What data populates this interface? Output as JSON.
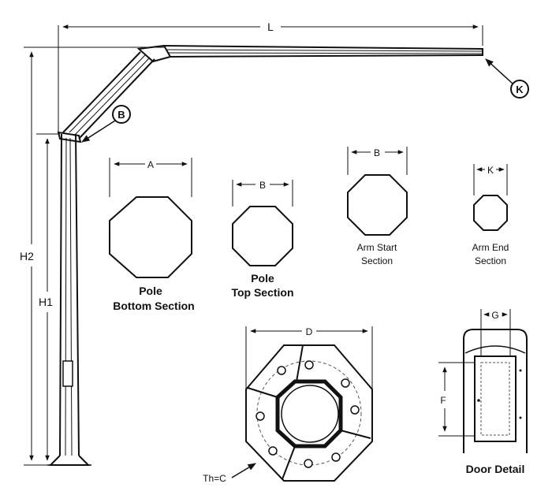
{
  "dimensions": {
    "L": "L",
    "K": "K",
    "B": "B",
    "A": "A",
    "D": "D",
    "G": "G",
    "F": "F",
    "H1": "H1",
    "H2": "H2",
    "thickness": "Th=C"
  },
  "sections": {
    "pole_bottom": [
      "Pole",
      "Bottom Section"
    ],
    "pole_top": [
      "Pole",
      "Top Section"
    ],
    "arm_start": [
      "Arm Start",
      "Section"
    ],
    "arm_end": [
      "Arm End",
      "Section"
    ]
  },
  "door_detail": "Door Detail"
}
